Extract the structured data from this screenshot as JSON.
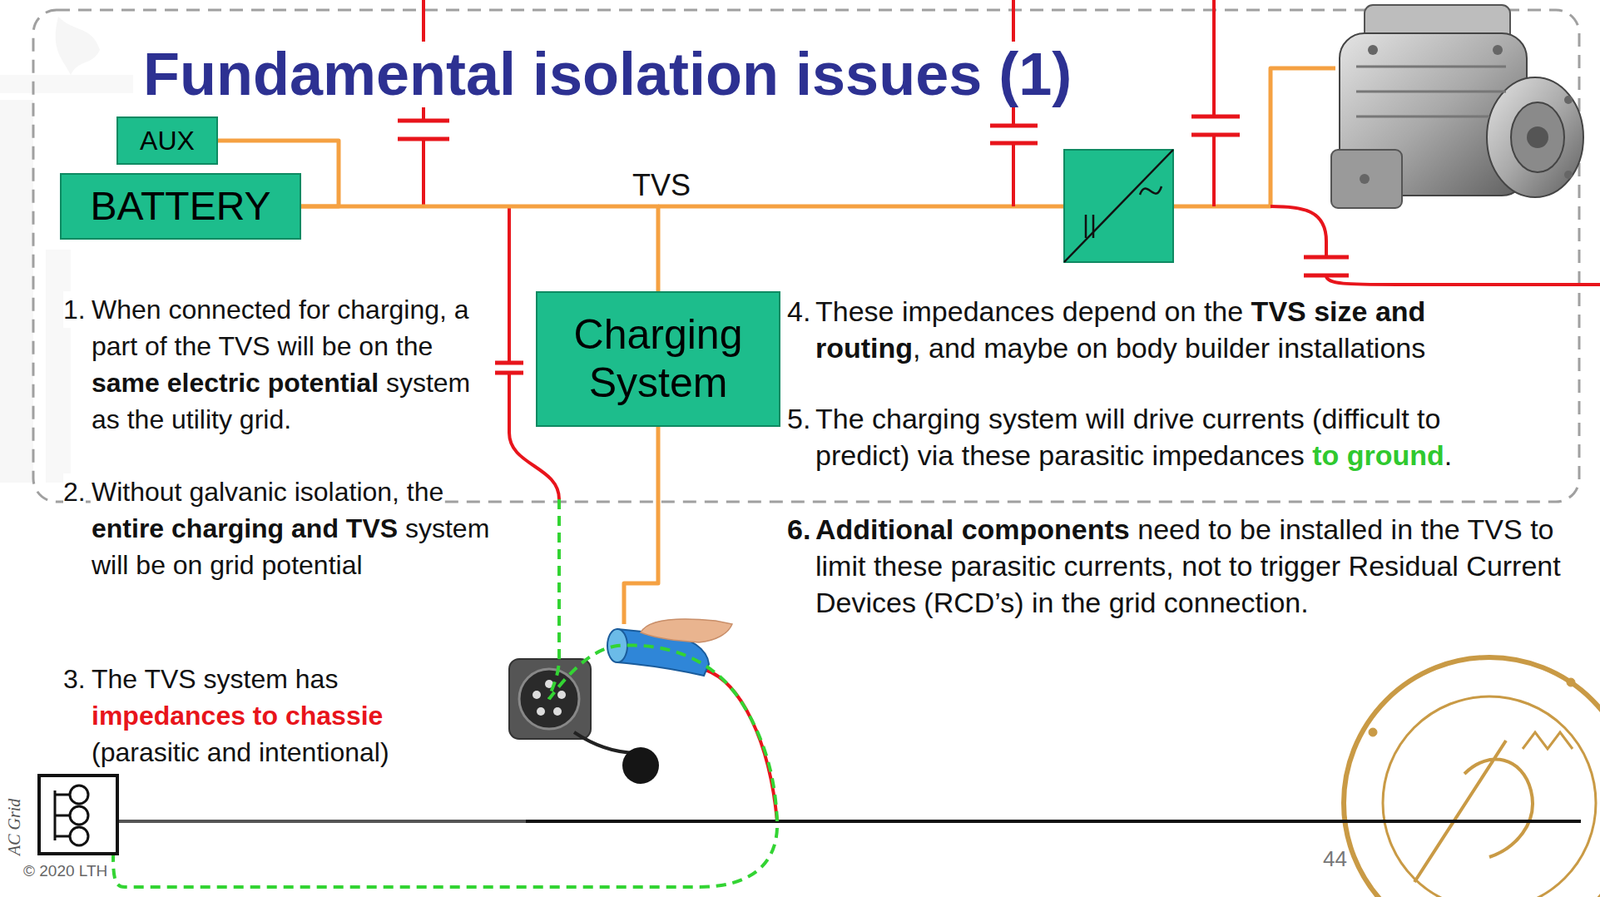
{
  "diagram": {
    "title": "Fundamental isolation issues (1)",
    "nodes": [
      {
        "text": [
          "AUX"
        ]
      },
      {
        "text": [
          "BATTERY"
        ]
      },
      {
        "text": [
          "Charging System"
        ]
      }
    ],
    "edges": [
      {
        "from": 1,
        "to": 2,
        "arrow": "none"
      },
      {
        "from": 0,
        "to": 1,
        "arrow": "none"
      }
    ],
    "labels": [
      "TVS",
      "1.",
      "When connected for charging, a part of the TVS will be on the",
      "same electric potential",
      "system as the utility grid.",
      "2.",
      "Without galvanic isolation, the",
      "entire charging and TVS",
      "system will be on grid potential",
      "3.",
      "The TVS system has",
      "impedances to chassie",
      "(parasitic and intentional)",
      "4.",
      "These impedances depend on the",
      "TVS size and routing",
      ", and maybe on body builder installations",
      "5.",
      "The charging system will drive currents (difficult to predict) via these parasitic impedances",
      "to ground",
      ".",
      "6.",
      "Additional components",
      "need to be installed in the TVS to limit these parasitic currents, not to trigger Residual Current Devices (RCD’s) in the grid connection.",
      "AC Grid",
      "© 2020 LTH",
      "44"
    ]
  }
}
